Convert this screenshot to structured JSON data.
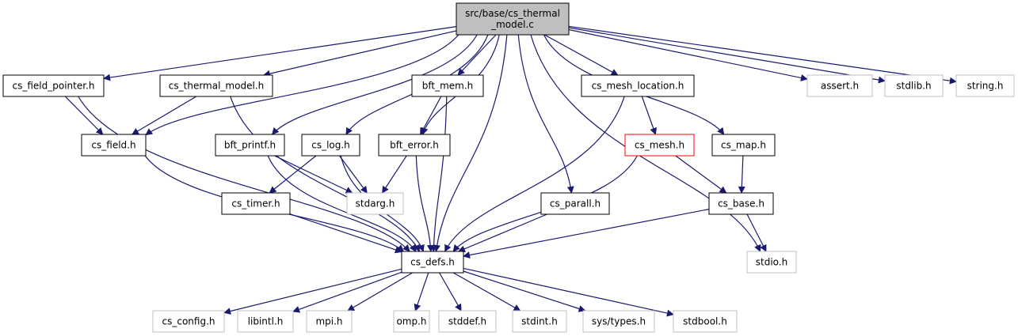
{
  "colors": {
    "edge": "#191970",
    "root_fill": "#bfbfbf",
    "root_border": "#000000",
    "doc_border": "#000000",
    "external_border": "#bfbfbf",
    "truncated_border": "#ff0000",
    "external_text": "#000000"
  },
  "nodes": [
    {
      "id": "root",
      "lines": [
        "src/base/cs_thermal",
        "_model.c"
      ],
      "kind": "root"
    },
    {
      "id": "cs_field_pointer_h",
      "lines": [
        "cs_field_pointer.h"
      ],
      "kind": "doc"
    },
    {
      "id": "cs_thermal_model_h",
      "lines": [
        "cs_thermal_model.h"
      ],
      "kind": "doc"
    },
    {
      "id": "bft_mem_h",
      "lines": [
        "bft_mem.h"
      ],
      "kind": "doc"
    },
    {
      "id": "cs_mesh_location_h",
      "lines": [
        "cs_mesh_location.h"
      ],
      "kind": "doc"
    },
    {
      "id": "assert_h",
      "lines": [
        "assert.h"
      ],
      "kind": "external"
    },
    {
      "id": "stdlib_h",
      "lines": [
        "stdlib.h"
      ],
      "kind": "external"
    },
    {
      "id": "string_h",
      "lines": [
        "string.h"
      ],
      "kind": "external"
    },
    {
      "id": "cs_field_h",
      "lines": [
        "cs_field.h"
      ],
      "kind": "doc"
    },
    {
      "id": "bft_printf_h",
      "lines": [
        "bft_printf.h"
      ],
      "kind": "doc"
    },
    {
      "id": "cs_log_h",
      "lines": [
        "cs_log.h"
      ],
      "kind": "doc"
    },
    {
      "id": "bft_error_h",
      "lines": [
        "bft_error.h"
      ],
      "kind": "doc"
    },
    {
      "id": "cs_mesh_h",
      "lines": [
        "cs_mesh.h"
      ],
      "kind": "truncated"
    },
    {
      "id": "cs_map_h",
      "lines": [
        "cs_map.h"
      ],
      "kind": "doc"
    },
    {
      "id": "cs_timer_h",
      "lines": [
        "cs_timer.h"
      ],
      "kind": "doc"
    },
    {
      "id": "stdarg_h",
      "lines": [
        "stdarg.h"
      ],
      "kind": "external"
    },
    {
      "id": "cs_parall_h",
      "lines": [
        "cs_parall.h"
      ],
      "kind": "doc"
    },
    {
      "id": "cs_base_h",
      "lines": [
        "cs_base.h"
      ],
      "kind": "doc"
    },
    {
      "id": "cs_defs_h",
      "lines": [
        "cs_defs.h"
      ],
      "kind": "doc"
    },
    {
      "id": "stdio_h",
      "lines": [
        "stdio.h"
      ],
      "kind": "external"
    },
    {
      "id": "cs_config_h",
      "lines": [
        "cs_config.h"
      ],
      "kind": "external"
    },
    {
      "id": "libintl_h",
      "lines": [
        "libintl.h"
      ],
      "kind": "external"
    },
    {
      "id": "mpi_h",
      "lines": [
        "mpi.h"
      ],
      "kind": "external"
    },
    {
      "id": "omp_h",
      "lines": [
        "omp.h"
      ],
      "kind": "external"
    },
    {
      "id": "stddef_h",
      "lines": [
        "stddef.h"
      ],
      "kind": "external"
    },
    {
      "id": "stdint_h",
      "lines": [
        "stdint.h"
      ],
      "kind": "external"
    },
    {
      "id": "sys_types_h",
      "lines": [
        "sys/types.h"
      ],
      "kind": "external"
    },
    {
      "id": "stdbool_h",
      "lines": [
        "stdbool.h"
      ],
      "kind": "external"
    }
  ],
  "edges": [
    {
      "from": "root",
      "to": "cs_field_pointer_h"
    },
    {
      "from": "root",
      "to": "cs_field_h"
    },
    {
      "from": "root",
      "to": "cs_thermal_model_h"
    },
    {
      "from": "root",
      "to": "bft_printf_h"
    },
    {
      "from": "root",
      "to": "cs_log_h"
    },
    {
      "from": "root",
      "to": "bft_mem_h"
    },
    {
      "from": "root",
      "to": "bft_error_h"
    },
    {
      "from": "root",
      "to": "cs_defs_h"
    },
    {
      "from": "root",
      "to": "cs_parall_h"
    },
    {
      "from": "root",
      "to": "cs_mesh_location_h"
    },
    {
      "from": "root",
      "to": "cs_map_h"
    },
    {
      "from": "root",
      "to": "stdio_h"
    },
    {
      "from": "root",
      "to": "assert_h"
    },
    {
      "from": "root",
      "to": "stdlib_h"
    },
    {
      "from": "root",
      "to": "string_h"
    },
    {
      "from": "cs_field_pointer_h",
      "to": "cs_field_h"
    },
    {
      "from": "cs_field_pointer_h",
      "to": "cs_defs_h"
    },
    {
      "from": "cs_thermal_model_h",
      "to": "cs_field_h"
    },
    {
      "from": "cs_thermal_model_h",
      "to": "cs_defs_h"
    },
    {
      "from": "cs_field_h",
      "to": "cs_defs_h"
    },
    {
      "from": "bft_mem_h",
      "to": "bft_error_h"
    },
    {
      "from": "bft_mem_h",
      "to": "cs_defs_h"
    },
    {
      "from": "bft_printf_h",
      "to": "stdarg_h"
    },
    {
      "from": "bft_printf_h",
      "to": "cs_defs_h"
    },
    {
      "from": "cs_log_h",
      "to": "cs_timer_h"
    },
    {
      "from": "cs_log_h",
      "to": "stdarg_h"
    },
    {
      "from": "cs_log_h",
      "to": "cs_defs_h"
    },
    {
      "from": "bft_error_h",
      "to": "stdarg_h"
    },
    {
      "from": "bft_error_h",
      "to": "cs_defs_h"
    },
    {
      "from": "cs_timer_h",
      "to": "cs_defs_h"
    },
    {
      "from": "cs_parall_h",
      "to": "cs_defs_h"
    },
    {
      "from": "cs_mesh_location_h",
      "to": "cs_mesh_h"
    },
    {
      "from": "cs_mesh_location_h",
      "to": "cs_defs_h"
    },
    {
      "from": "cs_mesh_h",
      "to": "cs_base_h"
    },
    {
      "from": "cs_mesh_h",
      "to": "cs_defs_h"
    },
    {
      "from": "cs_map_h",
      "to": "cs_base_h"
    },
    {
      "from": "cs_base_h",
      "to": "cs_defs_h"
    },
    {
      "from": "cs_base_h",
      "to": "stdio_h"
    },
    {
      "from": "cs_defs_h",
      "to": "cs_config_h"
    },
    {
      "from": "cs_defs_h",
      "to": "libintl_h"
    },
    {
      "from": "cs_defs_h",
      "to": "mpi_h"
    },
    {
      "from": "cs_defs_h",
      "to": "omp_h"
    },
    {
      "from": "cs_defs_h",
      "to": "stddef_h"
    },
    {
      "from": "cs_defs_h",
      "to": "stdint_h"
    },
    {
      "from": "cs_defs_h",
      "to": "sys_types_h"
    },
    {
      "from": "cs_defs_h",
      "to": "stdbool_h"
    }
  ]
}
